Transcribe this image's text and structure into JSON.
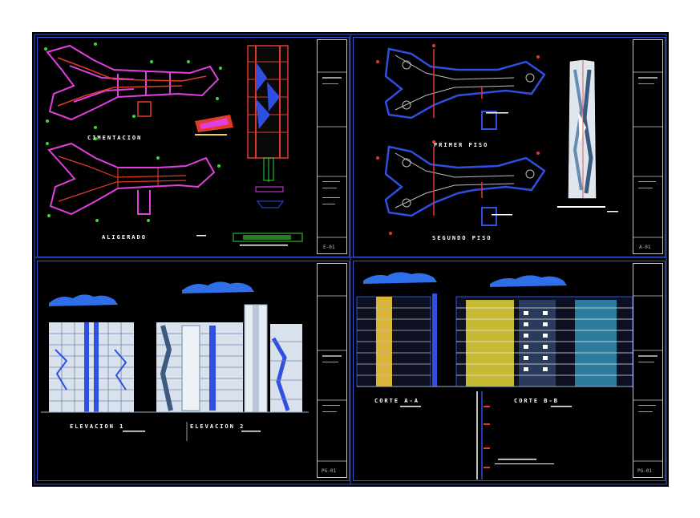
{
  "sheets": [
    {
      "code": "E-01",
      "labels": [
        "CIMENTACION",
        "ALIGERADO"
      ]
    },
    {
      "code": "A-01",
      "labels": [
        "PRIMER PISO",
        "SEGUNDO PISO"
      ]
    },
    {
      "code": "PG-01",
      "labels": [
        "ELEVACION 1",
        "ELEVACION 2"
      ]
    },
    {
      "code": "PG-01",
      "labels": [
        "CORTE A-A",
        "CORTE B-B"
      ]
    }
  ],
  "colors": {
    "background": "#000000",
    "frame": "#3b55d9",
    "structure_red": "#e23a2a",
    "walls_magenta": "#e040e0",
    "grid_green": "#35d835",
    "glass_blue": "#2f4fe0",
    "sky_cloud": "#2f6fe8",
    "yellow": "#e8d83a"
  }
}
